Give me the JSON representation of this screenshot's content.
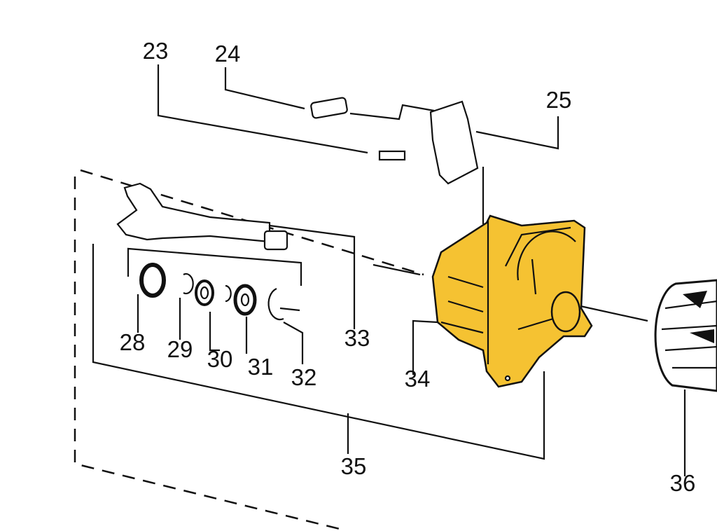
{
  "diagram": {
    "type": "exploded-parts-diagram",
    "accent_color": "#f5c232",
    "callouts": {
      "c23": "23",
      "c24": "24",
      "c25": "25",
      "c28": "28",
      "c29": "29",
      "c30": "30",
      "c31": "31",
      "c32": "32",
      "c33": "33",
      "c34": "34",
      "c35": "35",
      "c36": "36"
    }
  }
}
